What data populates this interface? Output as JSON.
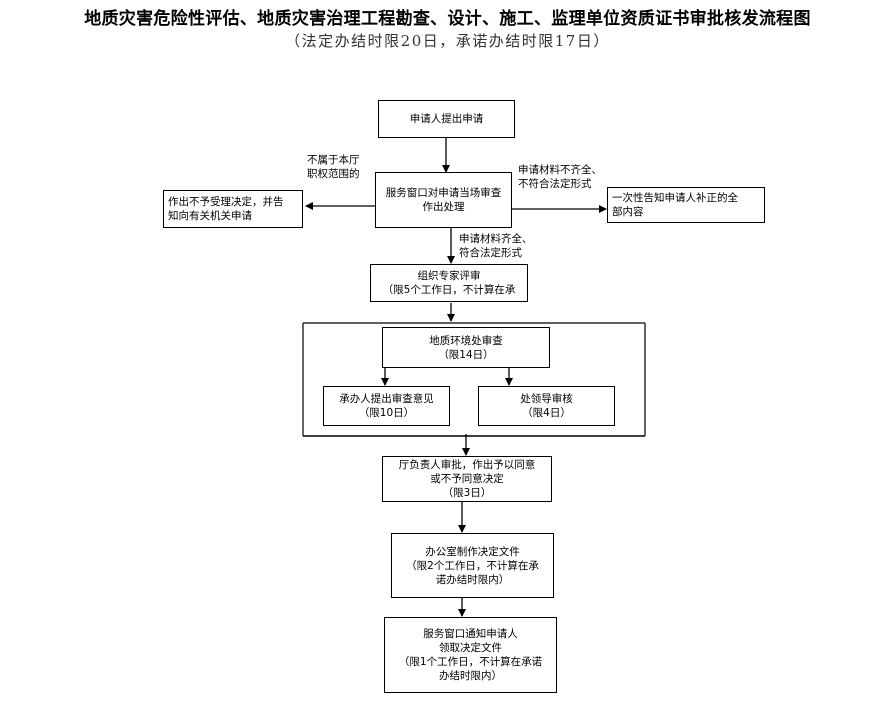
{
  "title": "地质灾害危险性评估、地质灾害治理工程勘查、设计、施工、监理单位资质证书审批核发流程图",
  "subtitle": "（法定办结时限20日，承诺办结时限17日）",
  "nodes": {
    "apply": {
      "lines": [
        "申请人提出申请"
      ]
    },
    "window_review": {
      "lines": [
        "服务窗口对申请当场审查",
        "作出处理"
      ]
    },
    "reject": {
      "lines": [
        "作出不予受理决定，并告",
        "知向有关机关申请"
      ]
    },
    "notify_correction": {
      "lines": [
        "一次性告知申请人补正的全",
        "部内容"
      ]
    },
    "expert_review": {
      "lines": [
        "组织专家评审",
        "（限5个工作日，不计算在承"
      ]
    },
    "geo_dept_review": {
      "lines": [
        "地质环境处审查",
        "（限14日）"
      ]
    },
    "handler_opinion": {
      "lines": [
        "承办人提出审查意见",
        "（限10日）"
      ]
    },
    "leader_review": {
      "lines": [
        "处领导审核",
        "（限4日）"
      ]
    },
    "bureau_approval": {
      "lines": [
        "厅负责人审批，作出予以同意",
        "或不予同意决定",
        "（限3日）"
      ]
    },
    "office_document": {
      "lines": [
        "办公室制作决定文件",
        "（限2个工作日，不计算在承",
        "诺办结时限内）"
      ]
    },
    "window_notify": {
      "lines": [
        "服务窗口通知申请人",
        "领取决定文件",
        "（限1个工作日，不计算在承诺",
        "办结时限内）"
      ]
    }
  },
  "edge_labels": {
    "not_in_scope": [
      "不属于本厅",
      "职权范围的"
    ],
    "incomplete": [
      "申请材料不齐全、",
      "不符合法定形式"
    ],
    "complete": [
      "申请材料齐全、",
      "符合法定形式"
    ]
  }
}
